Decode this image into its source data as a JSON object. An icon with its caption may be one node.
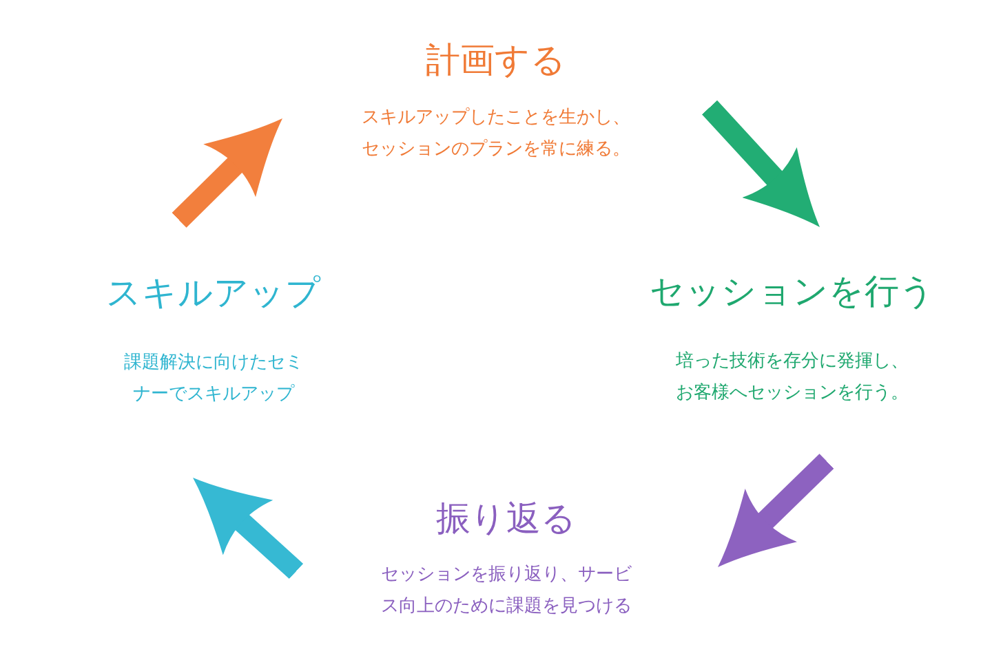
{
  "diagram": {
    "nodes": [
      {
        "text": [
          "計画する",
          "スキルアップしたことを生かし、セッションのプランを常に練る。"
        ]
      },
      {
        "text": [
          "セッションを行う",
          "培った技術を存分に発揮し、お客様へセッションを行う。"
        ]
      },
      {
        "text": [
          "振り返る",
          "セッションを振り返り、サービス向上のために課題を見つける"
        ]
      },
      {
        "text": [
          "スキルアップ",
          "課題解決に向けたセミナーでスキルアップ"
        ]
      }
    ],
    "edges": [
      {
        "from": 0,
        "to": 1,
        "arrow": "to",
        "color": "#22ad74"
      },
      {
        "from": 1,
        "to": 2,
        "arrow": "to",
        "color": "#8d62c0"
      },
      {
        "from": 2,
        "to": 3,
        "arrow": "to",
        "color": "#36b9d3"
      },
      {
        "from": 3,
        "to": 0,
        "arrow": "to",
        "color": "#f27f3d"
      }
    ]
  }
}
